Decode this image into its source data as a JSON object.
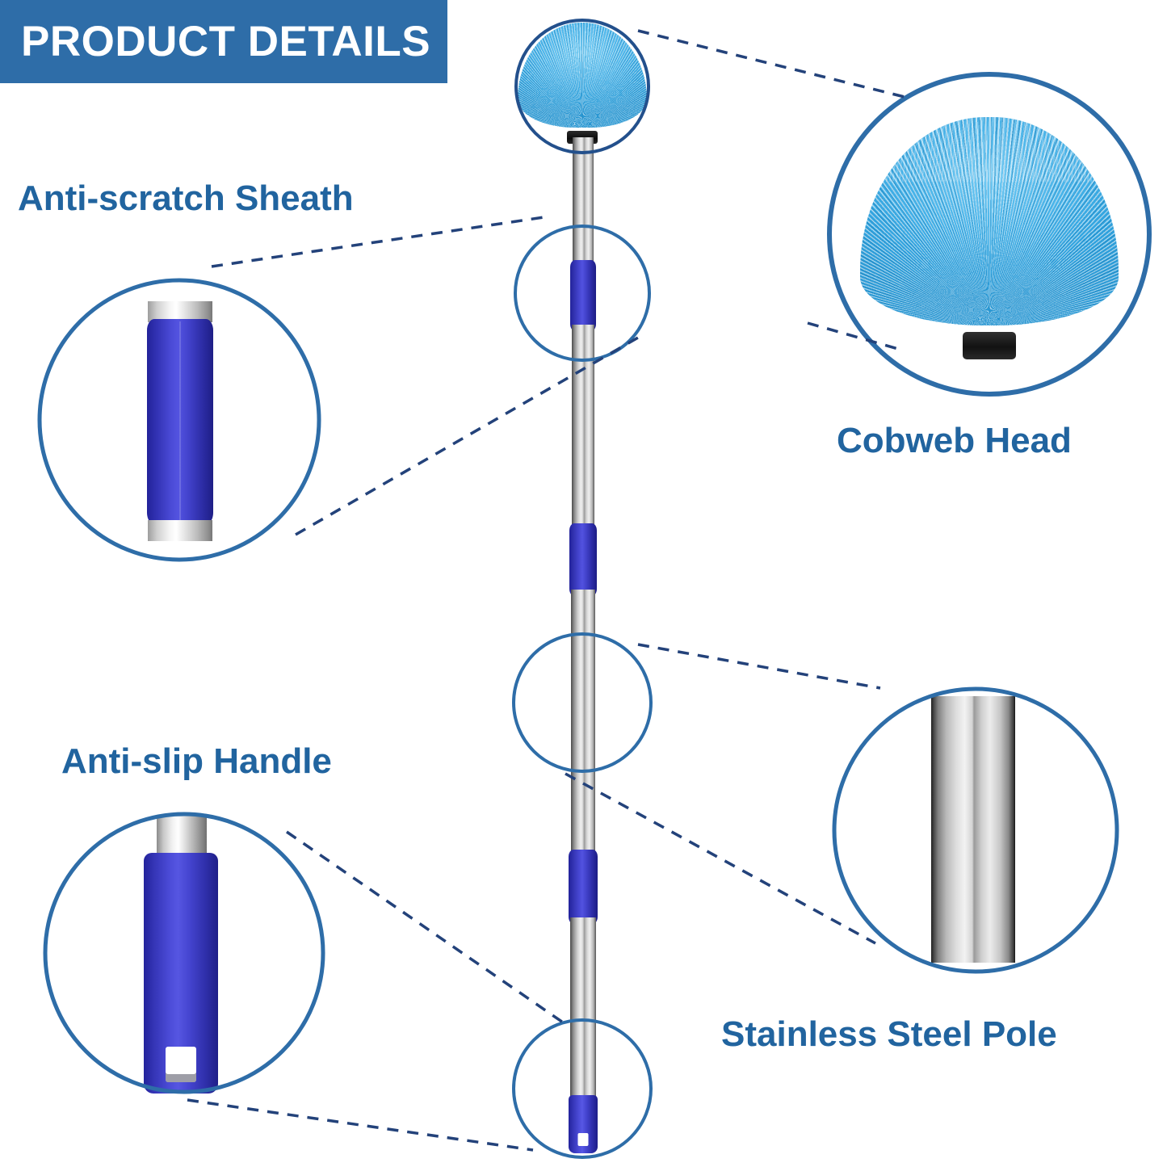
{
  "header": {
    "title": "PRODUCT DETAILS",
    "banner_color": "#2E6DA8",
    "text_color": "#FFFFFF"
  },
  "theme": {
    "label_color": "#21649F",
    "callout_circle_color": "#2E6DA8",
    "leader_line_color": "#23427A",
    "bristle_blue": "#3FB0E6",
    "grip_blue": "#3A3AC2",
    "steel_silver": "#D8D8D8",
    "background": "#FFFFFF"
  },
  "features": [
    {
      "id": "anti-scratch-sheath",
      "label": "Anti-scratch Sheath",
      "detail_art": "blue-sheath-with-metal-ferrules",
      "label_position": "top-left",
      "callout_position": "left"
    },
    {
      "id": "cobweb-head",
      "label": "Cobweb Head",
      "detail_art": "blue-bristle-dome-with-black-base",
      "label_position": "right",
      "callout_position": "top-right"
    },
    {
      "id": "anti-slip-handle",
      "label": "Anti-slip Handle",
      "detail_art": "blue-grip-end-cap-with-square-hanging-hole",
      "label_position": "bottom-left",
      "callout_position": "left"
    },
    {
      "id": "stainless-steel-pole",
      "label": "Stainless Steel Pole",
      "detail_art": "polished-steel-tube",
      "label_position": "bottom-right",
      "callout_position": "right"
    }
  ],
  "product": {
    "name": "Extendable cobweb duster",
    "parts": [
      {
        "name": "cobweb-brush-head",
        "color": "#3FB0E6"
      },
      {
        "name": "black-collar",
        "color": "#141414"
      },
      {
        "name": "telescoping-steel-pole",
        "color": "#D8D8D8",
        "sections": 4
      },
      {
        "name": "blue-locking-sleeve",
        "color": "#3A3AC2",
        "count": 3
      },
      {
        "name": "blue-end-cap-with-hanging-hole",
        "color": "#3A3AC2"
      }
    ]
  },
  "callouts": [
    {
      "target": "cobweb-head",
      "shape": "circle",
      "on_product": true
    },
    {
      "target": "anti-scratch-sheath",
      "shape": "circle",
      "on_product": true
    },
    {
      "target": "stainless-steel-pole",
      "shape": "circle",
      "on_product": true
    },
    {
      "target": "anti-slip-handle",
      "shape": "circle",
      "on_product": true
    }
  ]
}
